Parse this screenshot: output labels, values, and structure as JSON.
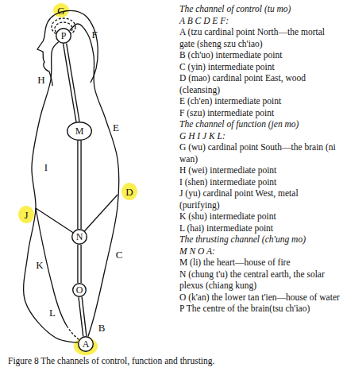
{
  "diagram": {
    "caption": "Figure 8 The channels of control, function and thrusting.",
    "nodes": [
      {
        "text": [
          "P"
        ]
      },
      {
        "text": [
          "M"
        ]
      },
      {
        "text": [
          "N"
        ]
      },
      {
        "text": [
          "O"
        ]
      },
      {
        "text": [
          "A"
        ]
      }
    ],
    "edges": [
      {
        "from": 0,
        "to": 1,
        "arrow": "none"
      },
      {
        "from": 1,
        "to": 2,
        "arrow": "none"
      },
      {
        "from": 2,
        "to": 3,
        "arrow": "none"
      },
      {
        "from": 3,
        "to": 4,
        "arrow": "none"
      },
      {
        "from": 4,
        "to": 0,
        "arrow": "none"
      },
      {
        "from": 0,
        "to": 4,
        "arrow": "none"
      }
    ],
    "labels": [
      "G",
      "F",
      "H",
      "E",
      "I",
      "D",
      "J",
      "C",
      "K",
      "L",
      "B",
      "The channel of control (tu mo)",
      "A B C D E F:",
      "A (tzu cardinal point North—the mortal gate (sheng szu ch'iao)",
      "B (ch'uo) intermediate point",
      "C (yin) intermediate point",
      "D (mao) cardinal point East, wood (cleansing)",
      "E (ch'en) intermediate point",
      "F (szu) intermediate point",
      "The channel of function (jen mo)",
      "G H I J K L:",
      "G (wu) cardinal point South—the brain (ni wan)",
      "H (wei) intermediate point",
      "I (shen) intermediate point",
      "J (yu) cardinal point West, metal (purifying)",
      "K (shu) intermediate point",
      "L (hai) intermediate point",
      "The thrusting channel (ch'ung mo)",
      "M N O A:",
      "M (li) the heart—house of fire",
      "N (chung t'u) the central earth, the solar plexus (chiang kung)",
      "O (k'an) the lower tan t'ien—house of water",
      "P The centre of the brain(tsu ch'iao)"
    ]
  }
}
